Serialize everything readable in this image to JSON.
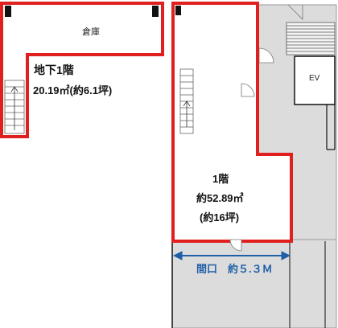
{
  "basement": {
    "room_label": "倉庫",
    "floor_label": "地下1階",
    "area_label": "20.19㎡(約6.1坪)"
  },
  "ground": {
    "floor_label": "1階",
    "area_label": "約52.89㎡",
    "area_tsubo_label": "(約16坪)"
  },
  "ev_label": "EV",
  "frontage_label": "間口　約５.３Ｍ",
  "colors": {
    "outline": "#e0201f",
    "shared_area": "#dcdcdc",
    "dimension": "#1f5fa8"
  }
}
